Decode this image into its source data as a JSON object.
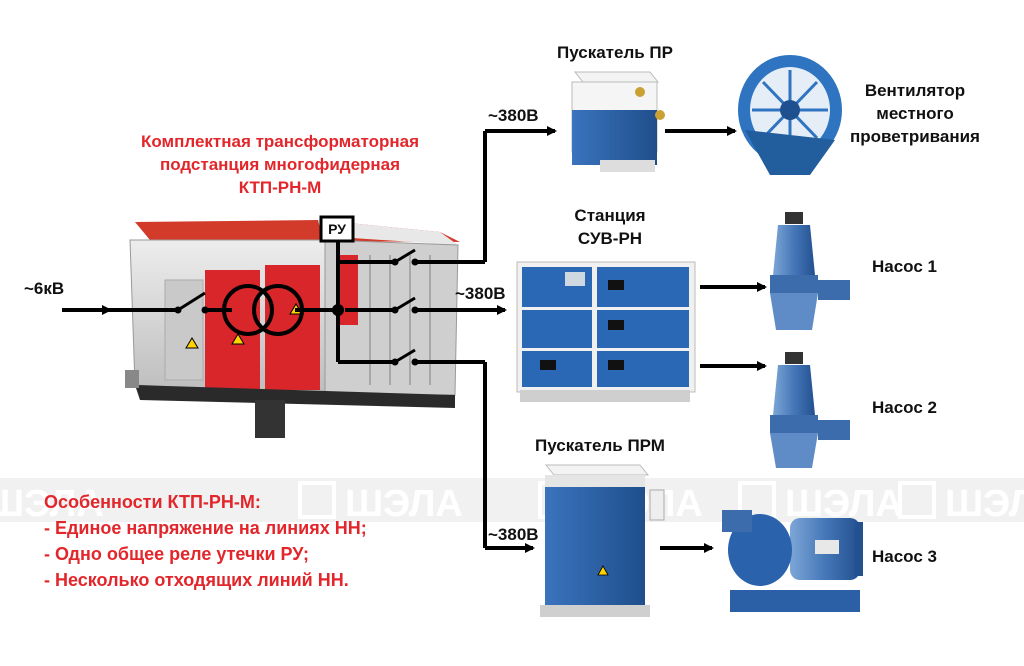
{
  "title": {
    "line1": "Комплектная трансформаторная",
    "line2": "подстанция многофидерная",
    "line3": "КТП-РН-М"
  },
  "input_voltage": "~6кВ",
  "ru_label": "РУ",
  "lines": [
    {
      "voltage": "~380В",
      "device": "Пускатель ПР",
      "load": "Вентилятор местного проветривания"
    },
    {
      "voltage": "~380В",
      "device": "Станция СУВ-РН",
      "loads": [
        "Насос 1",
        "Насос 2"
      ]
    },
    {
      "voltage": "~380В",
      "device": "Пускатель ПРМ",
      "load": "Насос 3"
    }
  ],
  "labels": {
    "starter_pr": "Пускатель ПР",
    "fan_l1": "Вентилятор",
    "fan_l2": "местного",
    "fan_l3": "проветривания",
    "station_l1": "Станция",
    "station_l2": "СУВ-РН",
    "pump1": "Насос 1",
    "pump2": "Насос 2",
    "starter_prm": "Пускатель ПРМ",
    "pump3": "Насос 3"
  },
  "features": {
    "heading": "Особенности КТП-РН-М:",
    "items": [
      "- Единое напряжение на линиях НН;",
      "- Одно общее реле утечки РУ;",
      "- Несколько отходящих линий НН."
    ]
  },
  "watermark": "ШЭЛА",
  "colors": {
    "accent_red": "#e3262b",
    "equipment_blue": "#2c62a8",
    "substation_red": "#d8262a",
    "substation_grey": "#d9d9d9"
  }
}
